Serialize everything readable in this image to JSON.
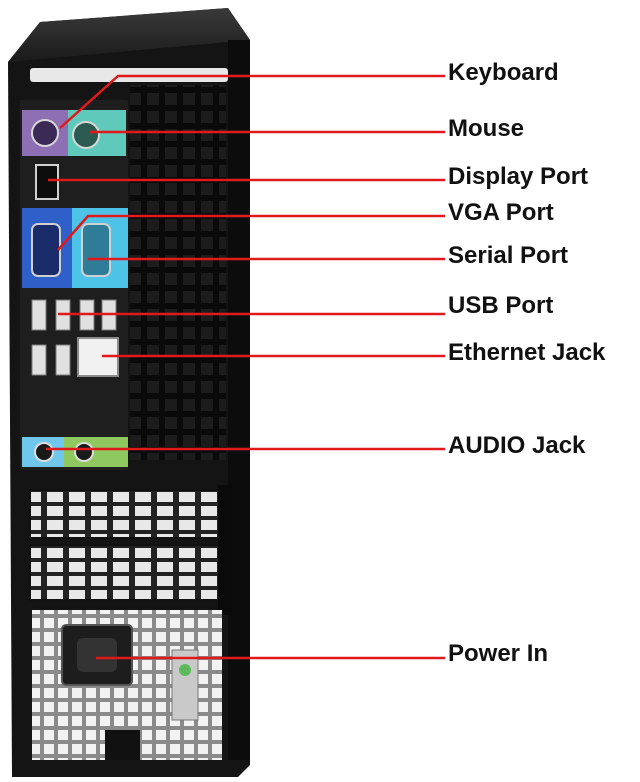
{
  "colors": {
    "leader_line": "#e01a1a",
    "chassis": "#141414",
    "ps2_purple": "#8e6fb3",
    "ps2_green": "#5fc9bb",
    "vga_blue": "#2f5fc8",
    "serial_cyan": "#4ec3e8",
    "audio_blue": "#6fc7ec",
    "audio_green": "#8fc85e"
  },
  "callouts": [
    {
      "id": "keyboard",
      "label": "Keyboard",
      "icon": "ps2-keyboard-port"
    },
    {
      "id": "mouse",
      "label": "Mouse",
      "icon": "ps2-mouse-port"
    },
    {
      "id": "display-port",
      "label": "Display Port",
      "icon": "displayport-connector"
    },
    {
      "id": "vga-port",
      "label": "VGA Port",
      "icon": "vga-connector"
    },
    {
      "id": "serial-port",
      "label": "Serial Port",
      "icon": "serial-connector"
    },
    {
      "id": "usb-port",
      "label": "USB Port",
      "icon": "usb-connector"
    },
    {
      "id": "ethernet-jack",
      "label": "Ethernet Jack",
      "icon": "rj45-connector"
    },
    {
      "id": "audio-jack",
      "label": "AUDIO Jack",
      "icon": "audio-jack"
    },
    {
      "id": "power-in",
      "label": "Power In",
      "icon": "iec-power-socket"
    }
  ]
}
